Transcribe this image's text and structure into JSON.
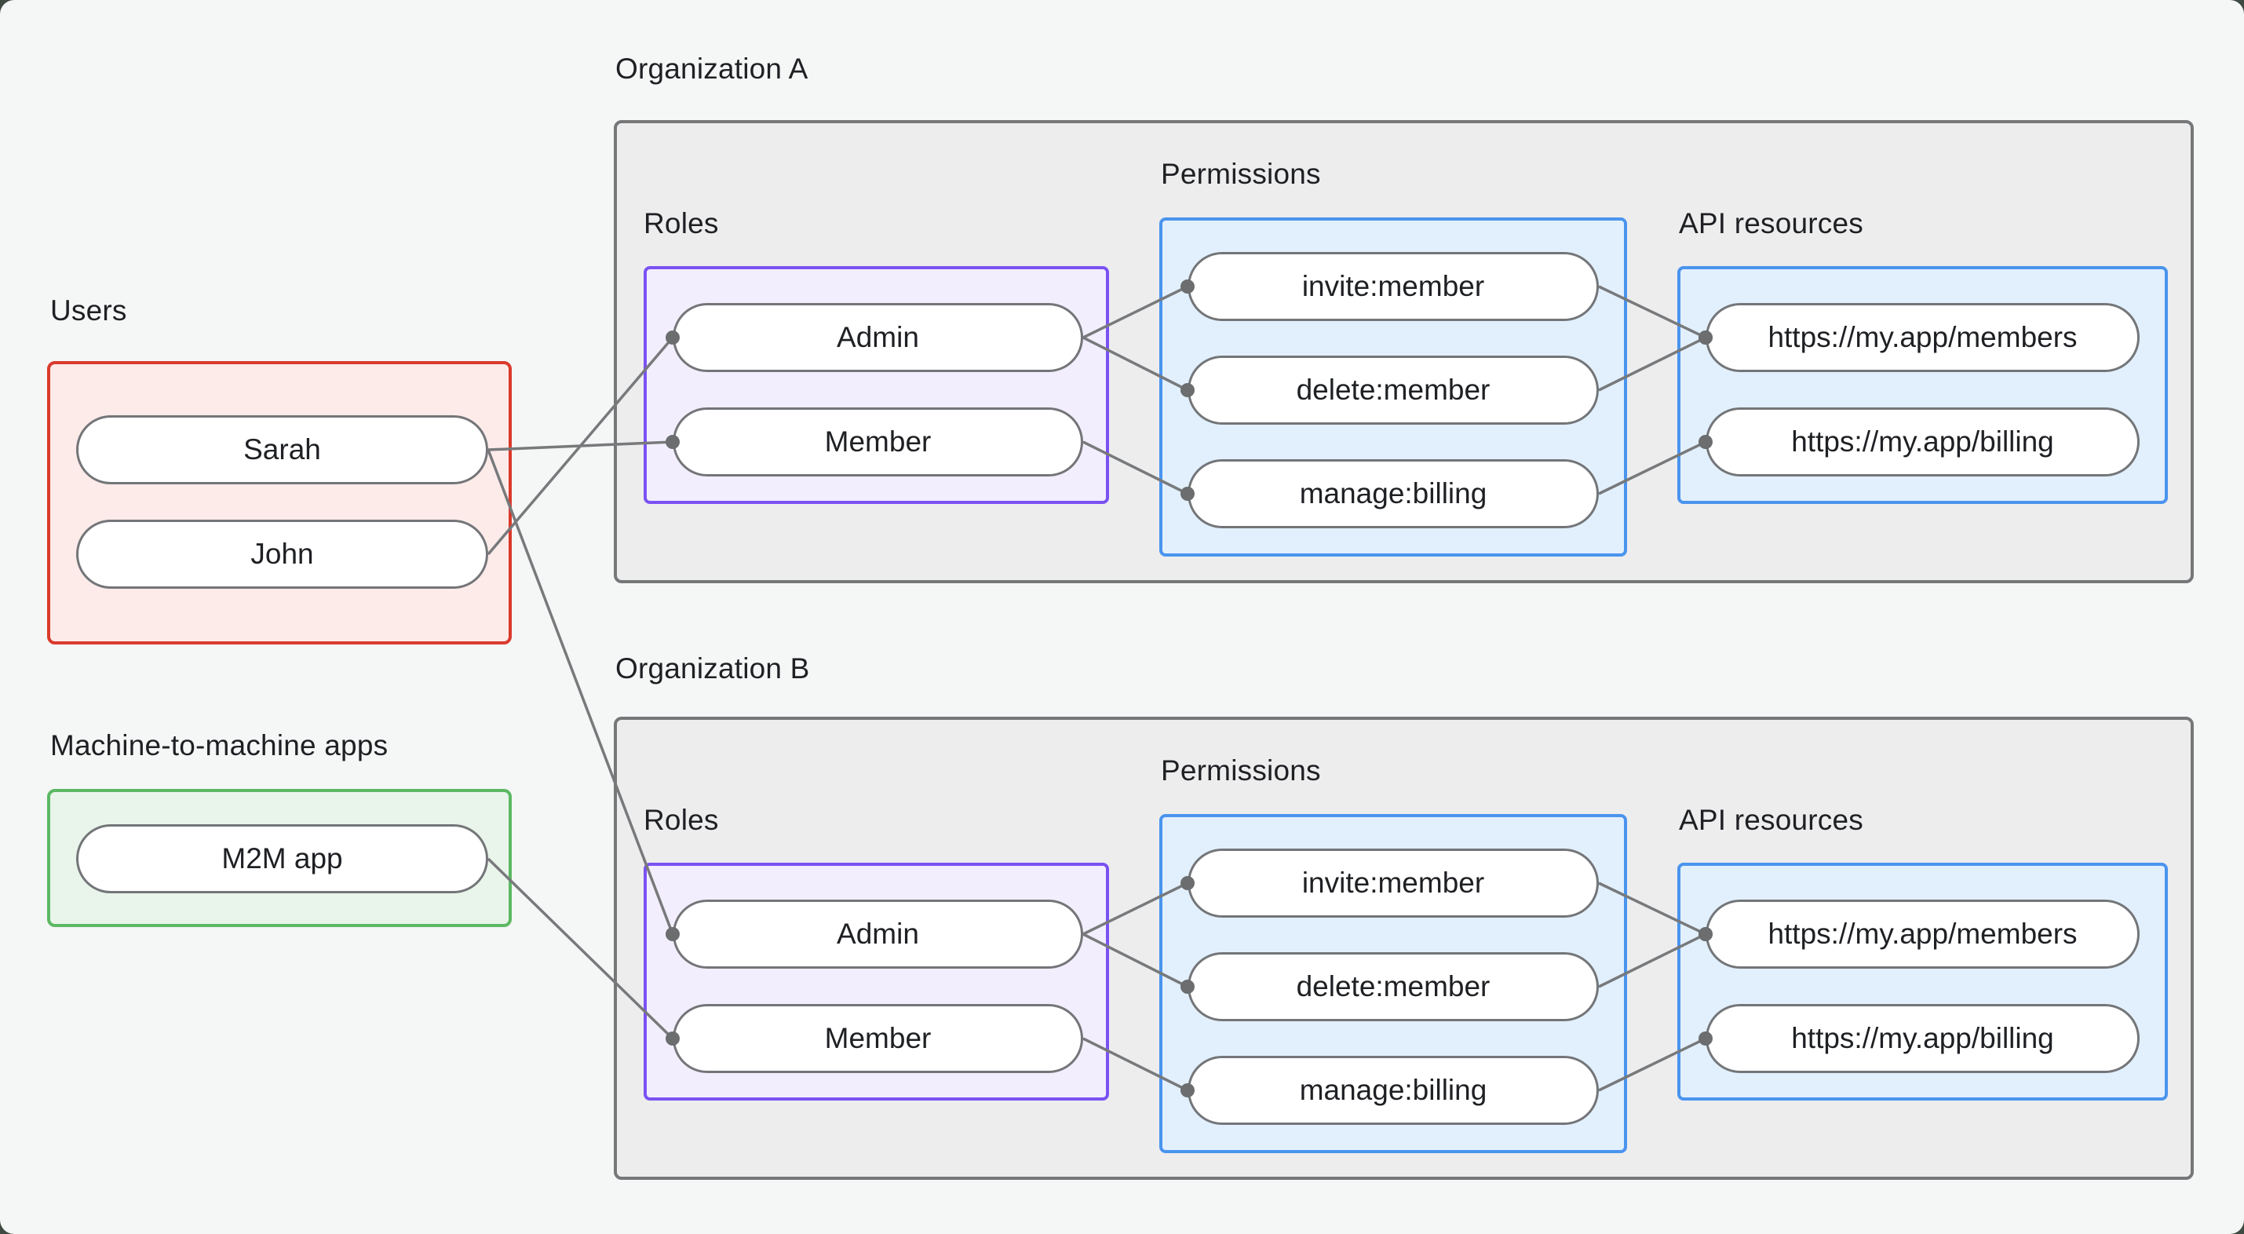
{
  "groups": {
    "users": {
      "label": "Users",
      "items": [
        {
          "id": "sarah",
          "label": "Sarah"
        },
        {
          "id": "john",
          "label": "John"
        }
      ]
    },
    "m2m": {
      "label": "Machine-to-machine apps",
      "items": [
        {
          "id": "m2m_app",
          "label": "M2M app"
        }
      ]
    },
    "org_a": {
      "label": "Organization A",
      "roles": {
        "label": "Roles",
        "items": [
          {
            "id": "a_admin",
            "label": "Admin"
          },
          {
            "id": "a_member",
            "label": "Member"
          }
        ]
      },
      "permissions": {
        "label": "Permissions",
        "items": [
          {
            "id": "a_invite",
            "label": "invite:member"
          },
          {
            "id": "a_delete",
            "label": "delete:member"
          },
          {
            "id": "a_manage",
            "label": "manage:billing"
          }
        ]
      },
      "api_resources": {
        "label": "API resources",
        "items": [
          {
            "id": "a_members",
            "label": "https://my.app/members"
          },
          {
            "id": "a_billing",
            "label": "https://my.app/billing"
          }
        ]
      }
    },
    "org_b": {
      "label": "Organization B",
      "roles": {
        "label": "Roles",
        "items": [
          {
            "id": "b_admin",
            "label": "Admin"
          },
          {
            "id": "b_member",
            "label": "Member"
          }
        ]
      },
      "permissions": {
        "label": "Permissions",
        "items": [
          {
            "id": "b_invite",
            "label": "invite:member"
          },
          {
            "id": "b_delete",
            "label": "delete:member"
          },
          {
            "id": "b_manage",
            "label": "manage:billing"
          }
        ]
      },
      "api_resources": {
        "label": "API resources",
        "items": [
          {
            "id": "b_members",
            "label": "https://my.app/members"
          },
          {
            "id": "b_billing",
            "label": "https://my.app/billing"
          }
        ]
      }
    }
  },
  "edges": [
    {
      "from": "sarah",
      "to": "a_member"
    },
    {
      "from": "john",
      "to": "a_admin"
    },
    {
      "from": "sarah",
      "to": "b_admin"
    },
    {
      "from": "m2m_app",
      "to": "b_member"
    },
    {
      "from": "a_admin",
      "to": "a_invite"
    },
    {
      "from": "a_admin",
      "to": "a_delete"
    },
    {
      "from": "a_member",
      "to": "a_manage"
    },
    {
      "from": "a_invite",
      "to": "a_members"
    },
    {
      "from": "a_delete",
      "to": "a_members"
    },
    {
      "from": "a_manage",
      "to": "a_billing"
    },
    {
      "from": "b_admin",
      "to": "b_invite"
    },
    {
      "from": "b_admin",
      "to": "b_delete"
    },
    {
      "from": "b_member",
      "to": "b_manage"
    },
    {
      "from": "b_invite",
      "to": "b_members"
    },
    {
      "from": "b_delete",
      "to": "b_members"
    },
    {
      "from": "b_manage",
      "to": "b_billing"
    }
  ],
  "colors": {
    "page_background": "#f5f6f6",
    "org_box_fill": "#ededee",
    "org_box_border": "#757779",
    "users_box_fill": "#fcebe9",
    "users_box_border": "#d93a2c",
    "m2m_box_fill": "#e9f5ea",
    "m2m_box_border": "#5cb863",
    "roles_box_fill": "#f3eefd",
    "roles_box_border": "#7a52f2",
    "blue_box_fill": "#e2f0fd",
    "blue_box_border": "#4a94ee",
    "pill_border": "#737578",
    "connector": "#77797b",
    "connector_dot": "#6b6d6f",
    "text": "#1e2023"
  }
}
